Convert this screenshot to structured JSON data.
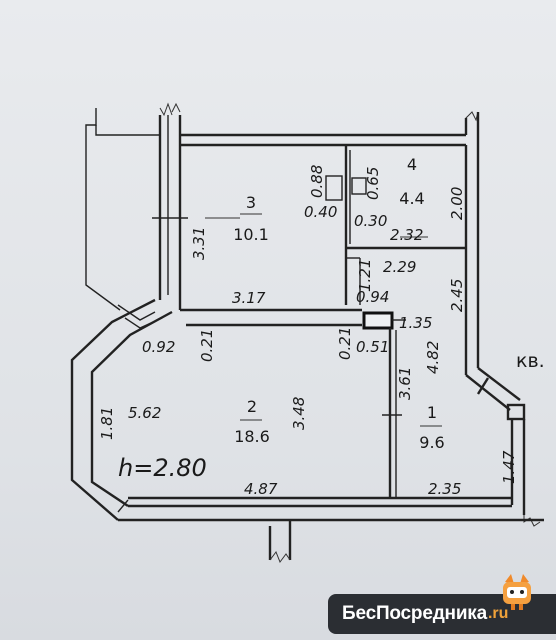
{
  "ceiling_height": "h=2.80",
  "apartment_label": "кв.",
  "rooms": [
    {
      "number": "1",
      "area": "9.6"
    },
    {
      "number": "2",
      "area": "18.6"
    },
    {
      "number": "3",
      "area": "10.1"
    },
    {
      "number": "4",
      "area": "4.4"
    }
  ],
  "dimensions": {
    "d_331": "3.31",
    "d_317": "3.17",
    "d_088": "0.88",
    "d_040": "0.40",
    "d_065": "0.65",
    "d_030": "0.30",
    "d_200": "2.00",
    "d_232": "2.32",
    "d_229": "2.29",
    "d_121": "1.21",
    "d_245": "2.45",
    "d_094": "0.94",
    "d_135": "1.35",
    "d_021a": "0.21",
    "d_021b": "0.21",
    "d_092": "0.92",
    "d_051": "0.51",
    "d_482": "4.82",
    "d_361": "3.61",
    "d_348": "3.48",
    "d_181": "1.81",
    "d_562": "5.62",
    "d_487": "4.87",
    "d_235": "2.35",
    "d_147": "1.47"
  },
  "brand": {
    "name": "БесПосредника",
    "suffix": ".ru"
  }
}
